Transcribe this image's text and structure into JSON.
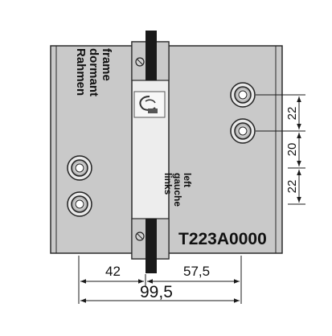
{
  "frame_label": {
    "lines": [
      "Rahmen",
      "dormant",
      "frame"
    ]
  },
  "side_label": {
    "lines": [
      "links",
      "gauche",
      "left"
    ]
  },
  "part_number": "T223A0000",
  "dimensions": {
    "bottom_left": "42",
    "bottom_right": "57,5",
    "total_width": "99,5",
    "right_top": "22",
    "right_middle": "20",
    "right_bottom": "22"
  },
  "icons": {
    "logo": "hinge-brand-logo-icon",
    "holes": "countersunk-screw-hole-icon"
  },
  "colors": {
    "plate": "#c9c9c9",
    "outline": "#2a2a2a",
    "label_panel": "#f2f2f2",
    "pin": "#1a1a1a"
  }
}
